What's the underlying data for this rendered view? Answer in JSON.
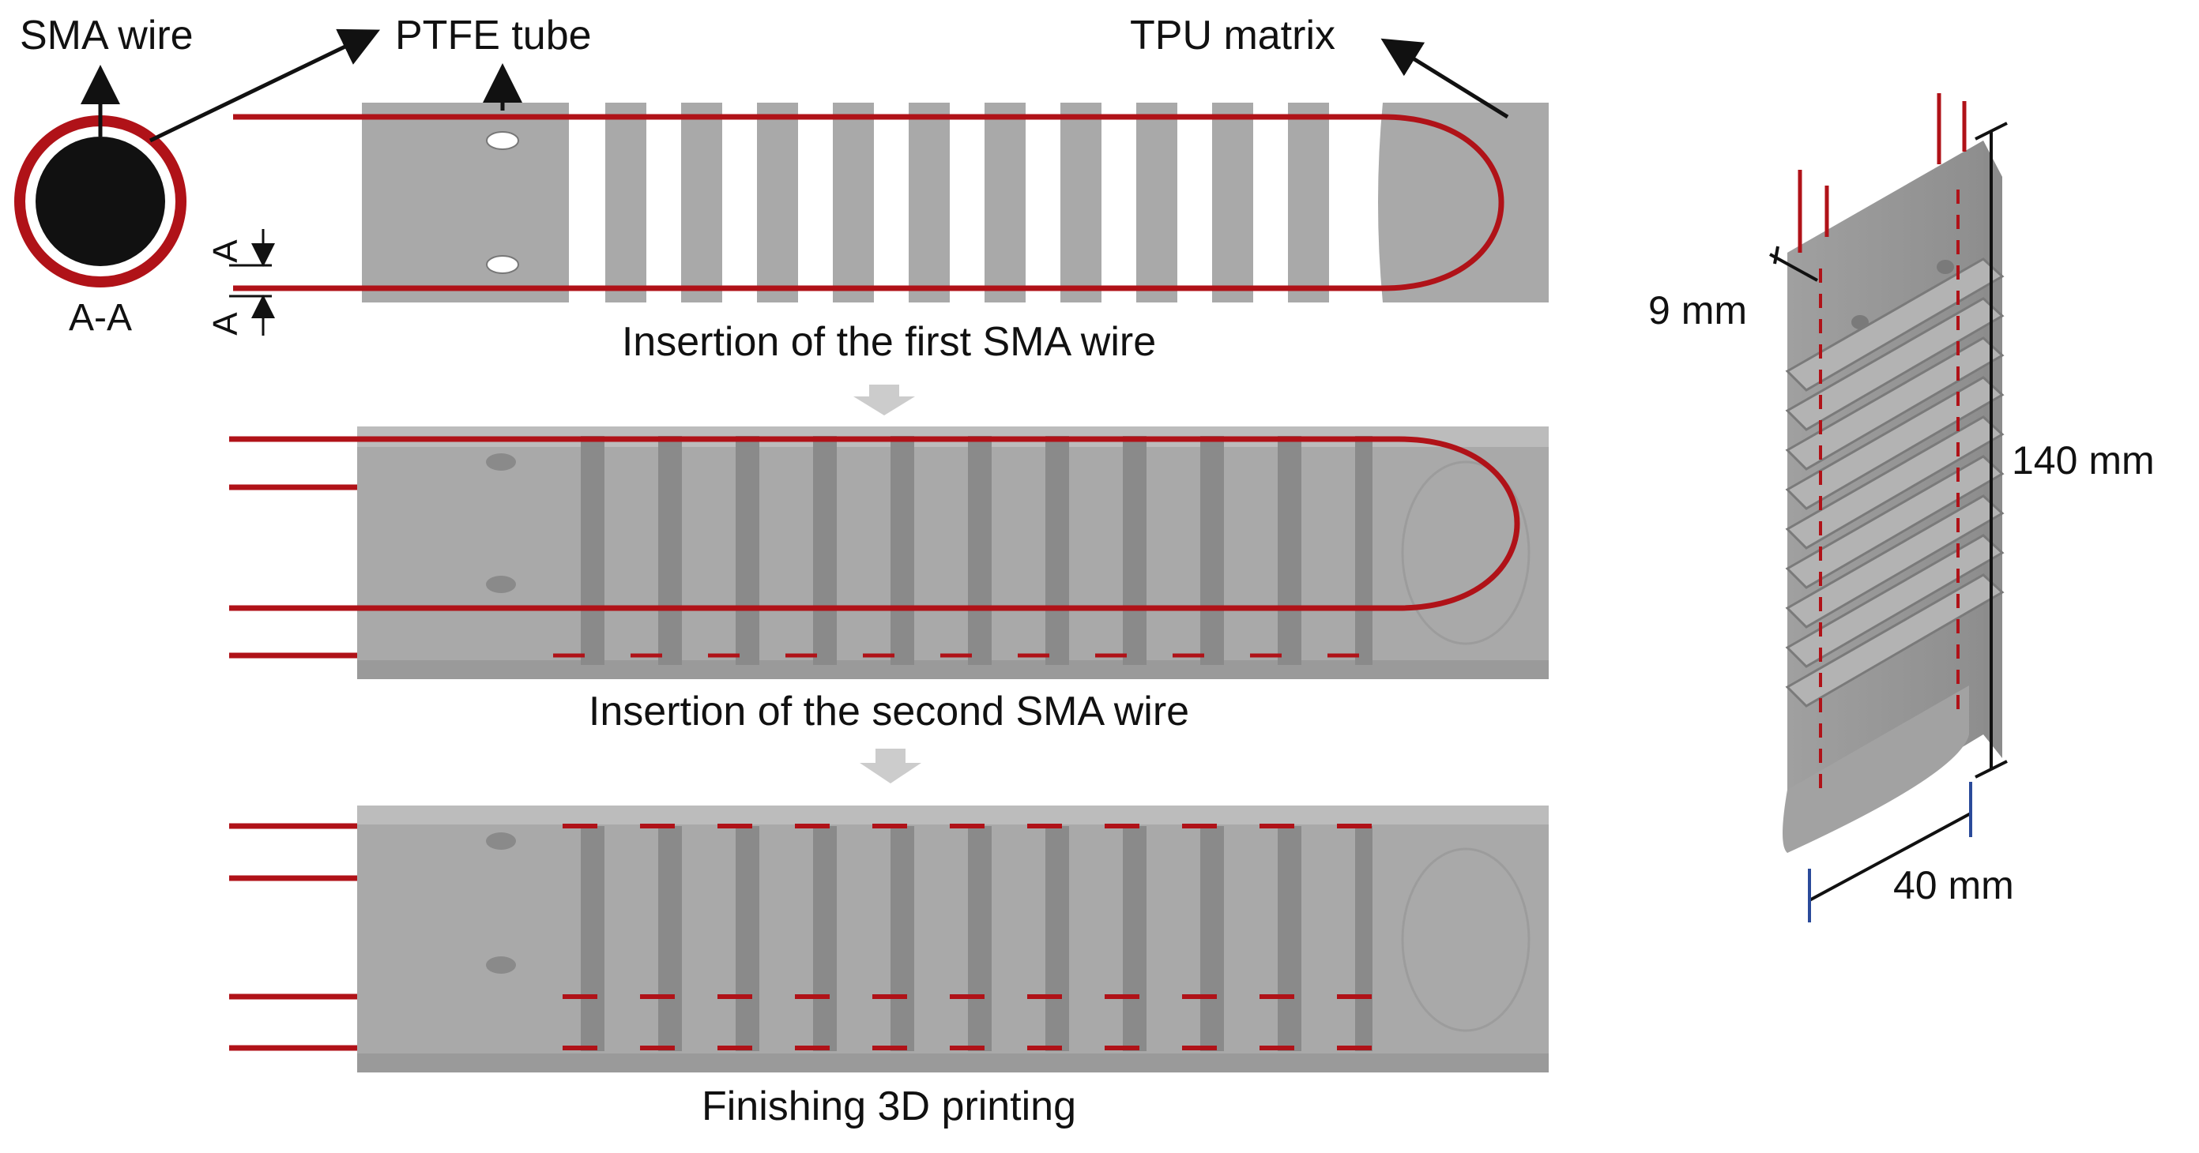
{
  "labels": {
    "sma_wire": "SMA wire",
    "ptfe_tube": "PTFE tube",
    "tpu_matrix": "TPU matrix",
    "section_label": "A-A",
    "cut_mark_top": "A",
    "cut_mark_bottom": "A"
  },
  "steps": [
    {
      "caption": "Insertion of the first SMA wire"
    },
    {
      "caption": "Insertion of the second SMA wire"
    },
    {
      "caption": "Finishing 3D printing"
    }
  ],
  "dimensions": {
    "thickness": "9 mm",
    "length": "140 mm",
    "width": "40 mm"
  },
  "colors": {
    "wire": "#b01218",
    "tpu": "#a9a9a9",
    "tpu_dark": "#8c8c8c",
    "tpu_light": "#c4c4c4",
    "arrow_gray": "#cccccc",
    "dim_blue": "#2a4a9a"
  }
}
